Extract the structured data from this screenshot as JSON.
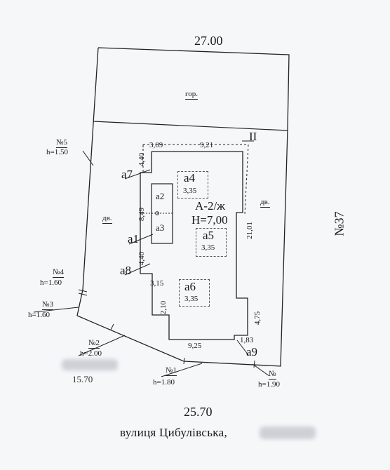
{
  "title": {
    "top_width": "27.00",
    "bottom_width": "25.70",
    "street": "вулиця Цибулівська,",
    "neighbor": "№37",
    "partial_bottom_left": "15.70"
  },
  "zones": {
    "garage": "гор.",
    "yard_left": "дв.",
    "yard_right": "дв.",
    "section_mark": "II"
  },
  "building": {
    "code": "А-2/ж",
    "height": "Н=7,00"
  },
  "subparts": [
    {
      "id": "a4",
      "label": "а4",
      "height": "3,35"
    },
    {
      "id": "a5",
      "label": "а5",
      "height": "3,35"
    },
    {
      "id": "a6",
      "label": "а6",
      "height": "3,35"
    },
    {
      "id": "a2",
      "label": "а2"
    },
    {
      "id": "a3",
      "label": "а3"
    }
  ],
  "callouts": {
    "a1": "а1",
    "a7": "а7",
    "a8": "а8",
    "a9": "а9"
  },
  "dimensions": {
    "top_left": "3,09",
    "top_right": "9,21",
    "left_upper": "4,40",
    "left_mid": "8,49",
    "left_lower": "4,40",
    "step_width": "3,15",
    "step_height": "2,10",
    "bottom": "9,25",
    "right_long": "21,01",
    "right_short": "4,75",
    "corner": "1,83"
  },
  "points": [
    {
      "id": "p5",
      "num": "№5",
      "h": "h=1.50"
    },
    {
      "id": "p4",
      "num": "№4",
      "h": "h=1.60"
    },
    {
      "id": "p3",
      "num": "№3",
      "h": "h=1.60"
    },
    {
      "id": "p2",
      "num": "№2",
      "h": "h=2.00"
    },
    {
      "id": "p1",
      "num": "№1",
      "h": "h=1.80"
    },
    {
      "id": "p0",
      "num": "№",
      "h": "h=1.90"
    }
  ]
}
